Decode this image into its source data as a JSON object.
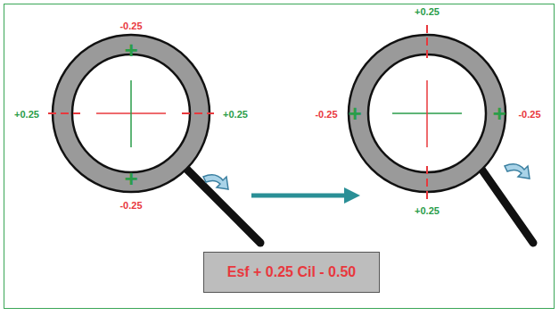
{
  "diagram": {
    "nodes": [
      {
        "text": [
          "Esf + 0.25 Cil - 0.50"
        ]
      }
    ],
    "labels": [
      "-0.25",
      "+",
      "+0.25",
      "+0.25",
      "+",
      "-0.25",
      "+0.25",
      "-0.25",
      "+",
      "+",
      "-0.25",
      "+0.25"
    ]
  }
}
